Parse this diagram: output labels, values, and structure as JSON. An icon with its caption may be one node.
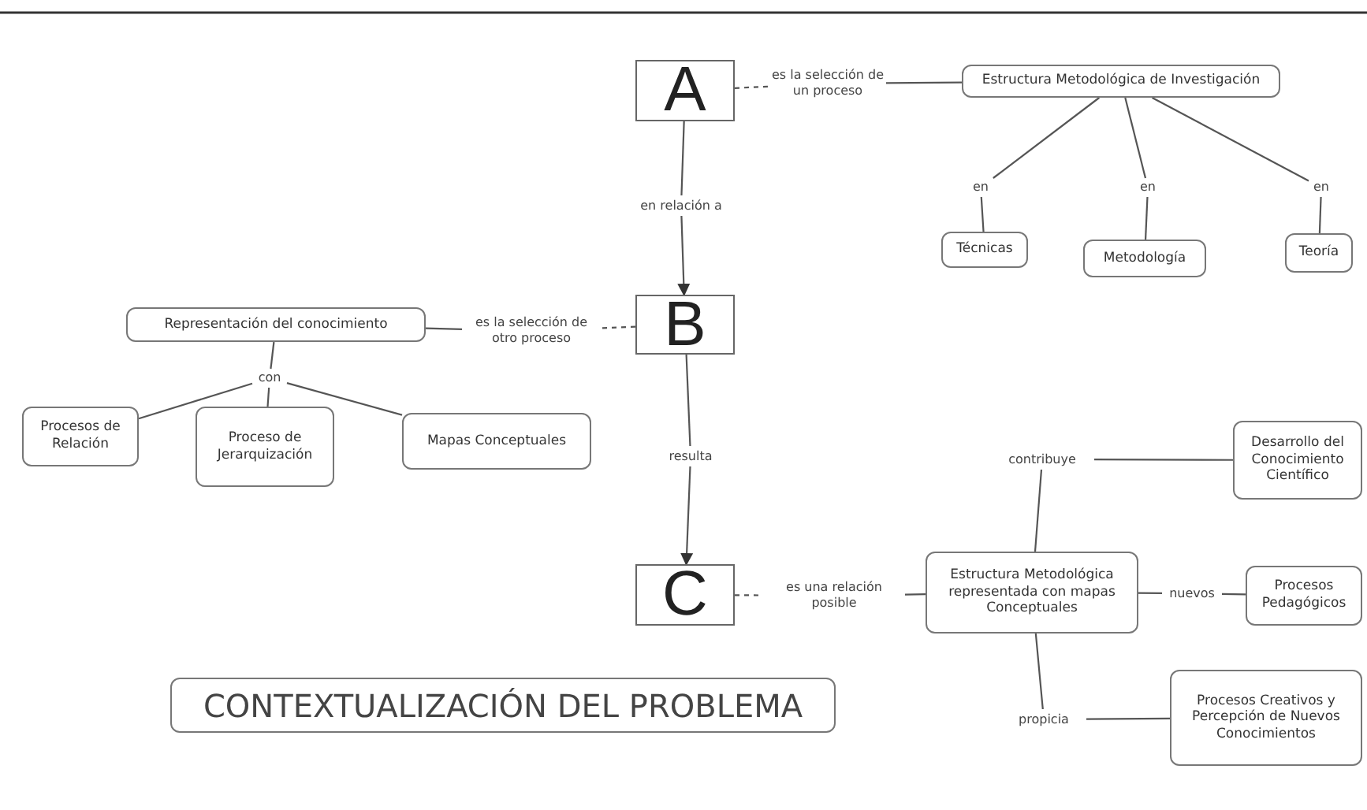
{
  "diagram": {
    "title": "CONTEXTUALIZACIÓN DEL PROBLEMA",
    "nodes": [
      {
        "text": [
          "A"
        ]
      },
      {
        "text": [
          "es la selección de un proceso"
        ]
      },
      {
        "text": [
          "Estructura Metodológica de Investigación"
        ]
      },
      {
        "text": [
          "en"
        ]
      },
      {
        "text": [
          "en"
        ]
      },
      {
        "text": [
          "en"
        ]
      },
      {
        "text": [
          "Técnicas"
        ]
      },
      {
        "text": [
          "Metodología"
        ]
      },
      {
        "text": [
          "Teoría"
        ]
      },
      {
        "text": [
          "en relación a"
        ]
      },
      {
        "text": [
          "B"
        ]
      },
      {
        "text": [
          "es la selección de otro proceso"
        ]
      },
      {
        "text": [
          "Representación del conocimiento"
        ]
      },
      {
        "text": [
          "con"
        ]
      },
      {
        "text": [
          "Procesos de Relación"
        ]
      },
      {
        "text": [
          "Proceso de Jerarquización"
        ]
      },
      {
        "text": [
          "Mapas Conceptuales"
        ]
      },
      {
        "text": [
          "resulta"
        ]
      },
      {
        "text": [
          "C"
        ]
      },
      {
        "text": [
          "es una relación posible"
        ]
      },
      {
        "text": [
          "Estructura Metodológica representada con mapas Conceptuales"
        ]
      },
      {
        "text": [
          "contribuye"
        ]
      },
      {
        "text": [
          "Desarrollo del Conocimiento Científico"
        ]
      },
      {
        "text": [
          "nuevos"
        ]
      },
      {
        "text": [
          "Procesos Pedagógicos"
        ]
      },
      {
        "text": [
          "propicia"
        ]
      },
      {
        "text": [
          "Procesos Creativos y Percepción de Nuevos Conocimientos"
        ]
      }
    ],
    "edges": [
      {
        "from": 0,
        "to": 1,
        "arrow": "none",
        "style": "dashed"
      },
      {
        "from": 1,
        "to": 2,
        "arrow": "none"
      },
      {
        "from": 2,
        "to": 3,
        "arrow": "none"
      },
      {
        "from": 2,
        "to": 4,
        "arrow": "none"
      },
      {
        "from": 2,
        "to": 5,
        "arrow": "none"
      },
      {
        "from": 3,
        "to": 6,
        "arrow": "none"
      },
      {
        "from": 4,
        "to": 7,
        "arrow": "none"
      },
      {
        "from": 5,
        "to": 8,
        "arrow": "none"
      },
      {
        "from": 0,
        "to": 9,
        "arrow": "none"
      },
      {
        "from": 9,
        "to": 10,
        "arrow": "to"
      },
      {
        "from": 10,
        "to": 11,
        "arrow": "none",
        "style": "dashed"
      },
      {
        "from": 11,
        "to": 12,
        "arrow": "none"
      },
      {
        "from": 12,
        "to": 13,
        "arrow": "none"
      },
      {
        "from": 13,
        "to": 14,
        "arrow": "none"
      },
      {
        "from": 13,
        "to": 15,
        "arrow": "none"
      },
      {
        "from": 13,
        "to": 16,
        "arrow": "none"
      },
      {
        "from": 10,
        "to": 17,
        "arrow": "none"
      },
      {
        "from": 17,
        "to": 18,
        "arrow": "to"
      },
      {
        "from": 18,
        "to": 19,
        "arrow": "none",
        "style": "dashed"
      },
      {
        "from": 19,
        "to": 20,
        "arrow": "none"
      },
      {
        "from": 20,
        "to": 21,
        "arrow": "none"
      },
      {
        "from": 21,
        "to": 22,
        "arrow": "none"
      },
      {
        "from": 20,
        "to": 23,
        "arrow": "none"
      },
      {
        "from": 23,
        "to": 24,
        "arrow": "none"
      },
      {
        "from": 20,
        "to": 25,
        "arrow": "none"
      },
      {
        "from": 25,
        "to": 26,
        "arrow": "none"
      }
    ]
  }
}
